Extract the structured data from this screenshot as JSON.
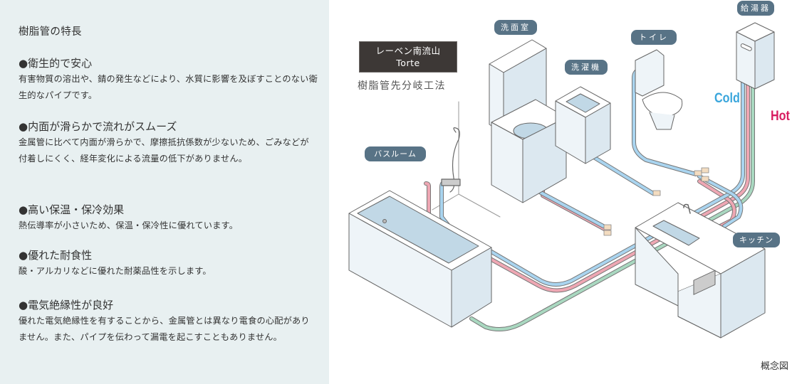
{
  "panel": {
    "title": "樹脂管の特長",
    "features": [
      {
        "heading": "●衛生的で安心",
        "body": "有害物質の溶出や、錆の発生などにより、水質に影響を及ぼすことのない衛生的なパイプです。"
      },
      {
        "heading": "●内面が滑らかで流れがスムーズ",
        "body": "金属管に比べて内面が滑らかで、摩擦抵抗係数が少ないため、ごみなどが付着しにくく、経年変化による流量の低下がありません。"
      },
      {
        "heading": "●高い保温・保冷効果",
        "body": "熱伝導率が小さいため、保温・保冷性に優れています。"
      },
      {
        "heading": "●優れた耐食性",
        "body": "酸・アルカリなどに優れた耐薬品性を示します。"
      },
      {
        "heading": "●電気絶縁性が良好",
        "body": "優れた電気絶縁性を有することから、金属管とは異なり電食の心配がありません。また、パイプを伝わって漏電を起こすこともありません。"
      }
    ]
  },
  "diagram": {
    "brand_line1": "レーベン南流山",
    "brand_line2": "Torte",
    "method": "樹脂管先分岐工法",
    "rooms": {
      "washroom": "洗面室",
      "washer": "洗濯機",
      "toilet": "トイレ",
      "water_heater": "給湯器",
      "bathroom": "バスルーム",
      "kitchen": "キッチン"
    },
    "cold_label": "Cold",
    "hot_label": "Hot",
    "caption": "概念図",
    "colors": {
      "cold_pipe": "#a9d4ef",
      "hot_pipe": "#eea7b3",
      "third_pipe": "#a9d8c0",
      "cold_text": "#3aa6dc",
      "hot_text": "#d81b60",
      "tag_bg": "#587386"
    }
  }
}
